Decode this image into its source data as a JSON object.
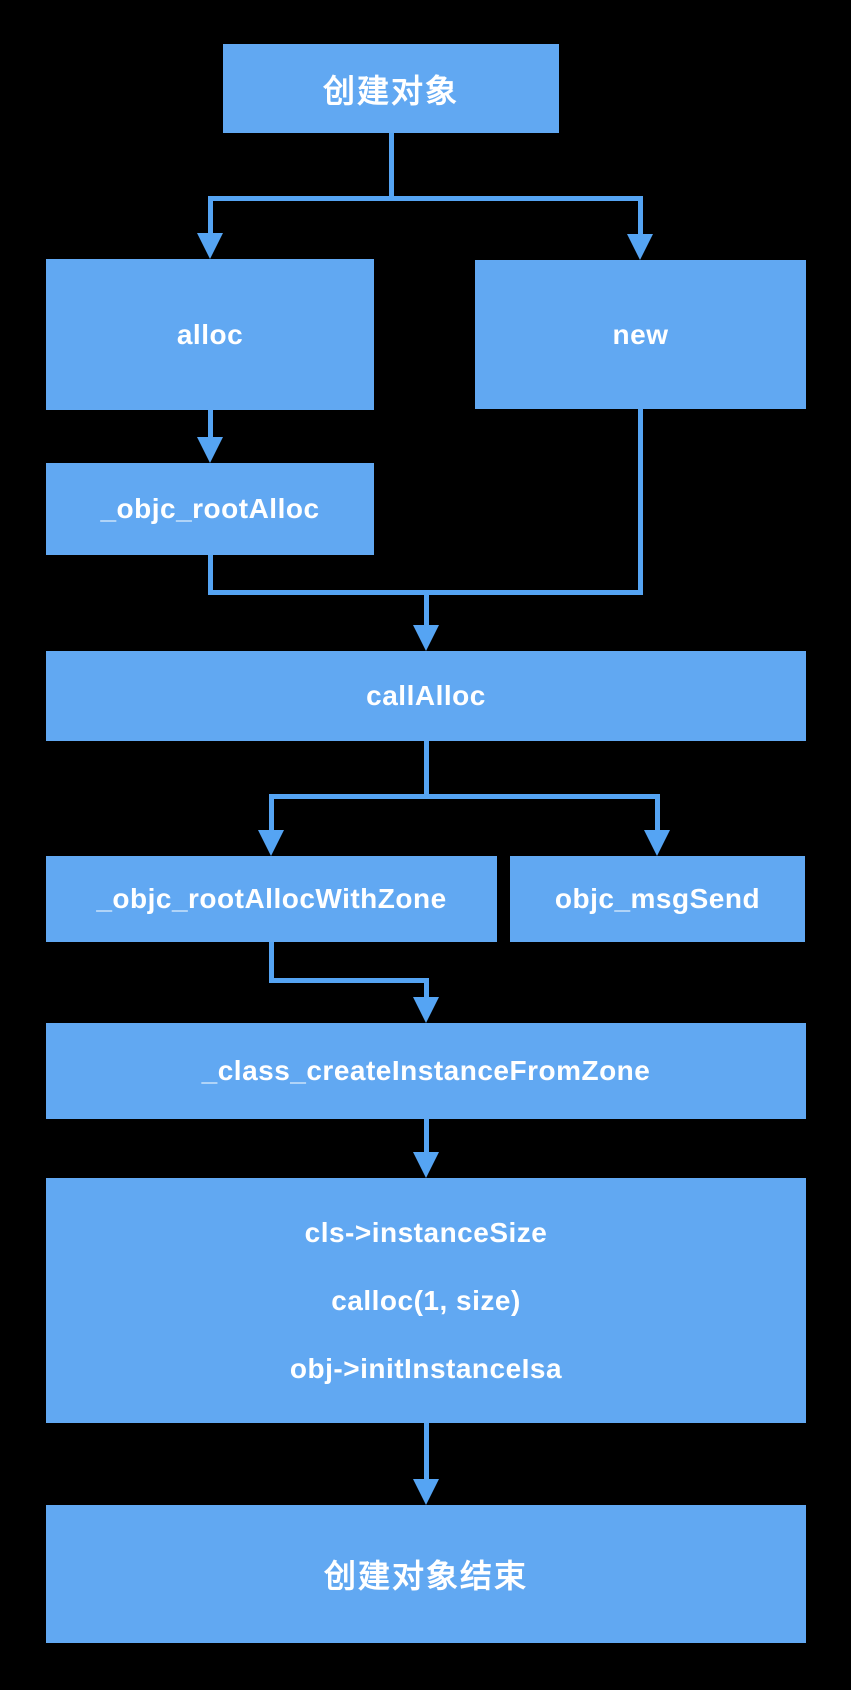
{
  "diagram": {
    "title_hint": "objc-object-creation-flowchart",
    "colors": {
      "background": "#000000",
      "node_fill": "#61A8F2",
      "connector": "#55A4F3",
      "text": "#FFFFFF"
    },
    "nodes": {
      "create_object": {
        "label": "创建对象"
      },
      "alloc": {
        "label": "alloc"
      },
      "new": {
        "label": "new"
      },
      "objc_root_alloc": {
        "label": "_objc_rootAlloc"
      },
      "call_alloc": {
        "label": "callAlloc"
      },
      "objc_root_alloc_with_zone": {
        "label": "_objc_rootAllocWithZone"
      },
      "objc_msg_send": {
        "label": "objc_msgSend"
      },
      "class_create_instance_from_zone": {
        "label": "_class_createInstanceFromZone"
      },
      "instance_steps": {
        "lines": [
          "cls->instanceSize",
          "calloc(1, size)",
          "obj->initInstanceIsa"
        ]
      },
      "create_object_end": {
        "label": "创建对象结束"
      }
    }
  }
}
